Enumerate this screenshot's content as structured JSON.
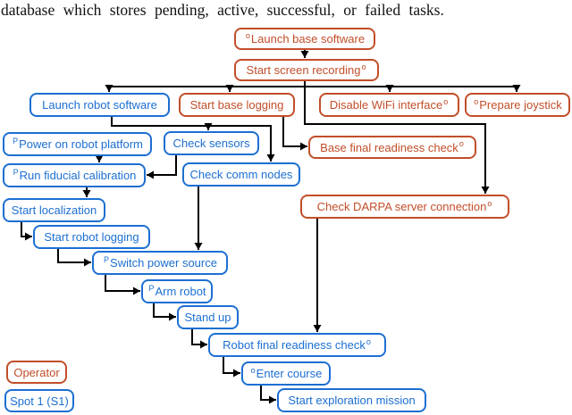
{
  "page_text": {
    "paragraph": "database which stores pending, active, successful, or failed tasks."
  },
  "colors": {
    "operator": "#C24E29",
    "robot": "#1C6FD2",
    "edge": "#000000",
    "background": "#FFFFFF"
  },
  "legend": [
    {
      "id": "legend_operator",
      "label": "Operator",
      "group": "operator"
    },
    {
      "id": "legend_spot1",
      "label": "Spot 1 (S1)",
      "group": "robot"
    }
  ],
  "diagram": {
    "nodes": [
      {
        "id": "launch_base_software",
        "sup_pre": "o",
        "label": "Launch base software",
        "sup_post": "",
        "group": "operator"
      },
      {
        "id": "start_screen_recording",
        "sup_pre": "",
        "label": "Start screen recording",
        "sup_post": "o",
        "group": "operator"
      },
      {
        "id": "launch_robot_software",
        "sup_pre": "",
        "label": "Launch robot software",
        "sup_post": "",
        "group": "robot"
      },
      {
        "id": "start_base_logging",
        "sup_pre": "",
        "label": "Start base logging",
        "sup_post": "",
        "group": "operator"
      },
      {
        "id": "disable_wifi_interface",
        "sup_pre": "",
        "label": "Disable WiFi interface",
        "sup_post": "o",
        "group": "operator"
      },
      {
        "id": "prepare_joystick",
        "sup_pre": "o",
        "label": "Prepare joystick",
        "sup_post": "",
        "group": "operator"
      },
      {
        "id": "power_on_robot_platform",
        "sup_pre": "P",
        "label": "Power on robot platform",
        "sup_post": "",
        "group": "robot"
      },
      {
        "id": "check_sensors",
        "sup_pre": "",
        "label": "Check sensors",
        "sup_post": "",
        "group": "robot"
      },
      {
        "id": "base_final_readiness_check",
        "sup_pre": "",
        "label": "Base final readiness check",
        "sup_post": "o",
        "group": "operator"
      },
      {
        "id": "run_fiducial_calibration",
        "sup_pre": "P",
        "label": "Run fiducial calibration",
        "sup_post": "",
        "group": "robot"
      },
      {
        "id": "check_comm_nodes",
        "sup_pre": "",
        "label": "Check comm nodes",
        "sup_post": "",
        "group": "robot"
      },
      {
        "id": "start_localization",
        "sup_pre": "",
        "label": "Start localization",
        "sup_post": "",
        "group": "robot"
      },
      {
        "id": "check_darpa_server_connection",
        "sup_pre": "",
        "label": "Check DARPA server connection",
        "sup_post": "o",
        "group": "operator"
      },
      {
        "id": "start_robot_logging",
        "sup_pre": "",
        "label": "Start robot logging",
        "sup_post": "",
        "group": "robot"
      },
      {
        "id": "switch_power_source",
        "sup_pre": "P",
        "label": "Switch power source",
        "sup_post": "",
        "group": "robot"
      },
      {
        "id": "arm_robot",
        "sup_pre": "P",
        "label": "Arm robot",
        "sup_post": "",
        "group": "robot"
      },
      {
        "id": "stand_up",
        "sup_pre": "",
        "label": "Stand up",
        "sup_post": "",
        "group": "robot"
      },
      {
        "id": "robot_final_readiness_check",
        "sup_pre": "",
        "label": "Robot final readiness check",
        "sup_post": "o",
        "group": "robot"
      },
      {
        "id": "enter_course",
        "sup_pre": "o",
        "label": "Enter course",
        "sup_post": "",
        "group": "robot"
      },
      {
        "id": "start_exploration_mission",
        "sup_pre": "",
        "label": "Start exploration mission",
        "sup_post": "",
        "group": "robot"
      }
    ],
    "edges": [
      [
        "launch_base_software",
        "start_screen_recording"
      ],
      [
        "start_screen_recording",
        "launch_robot_software"
      ],
      [
        "start_screen_recording",
        "start_base_logging"
      ],
      [
        "start_screen_recording",
        "disable_wifi_interface"
      ],
      [
        "start_screen_recording",
        "prepare_joystick"
      ],
      [
        "start_screen_recording",
        "check_darpa_server_connection"
      ],
      [
        "launch_robot_software",
        "check_sensors"
      ],
      [
        "launch_robot_software",
        "check_comm_nodes"
      ],
      [
        "start_base_logging",
        "base_final_readiness_check"
      ],
      [
        "power_on_robot_platform",
        "run_fiducial_calibration"
      ],
      [
        "check_sensors",
        "run_fiducial_calibration"
      ],
      [
        "run_fiducial_calibration",
        "start_localization"
      ],
      [
        "start_localization",
        "start_robot_logging"
      ],
      [
        "start_robot_logging",
        "switch_power_source"
      ],
      [
        "check_comm_nodes",
        "switch_power_source"
      ],
      [
        "switch_power_source",
        "arm_robot"
      ],
      [
        "arm_robot",
        "stand_up"
      ],
      [
        "stand_up",
        "robot_final_readiness_check"
      ],
      [
        "check_darpa_server_connection",
        "robot_final_readiness_check"
      ],
      [
        "robot_final_readiness_check",
        "enter_course"
      ],
      [
        "enter_course",
        "start_exploration_mission"
      ]
    ]
  }
}
